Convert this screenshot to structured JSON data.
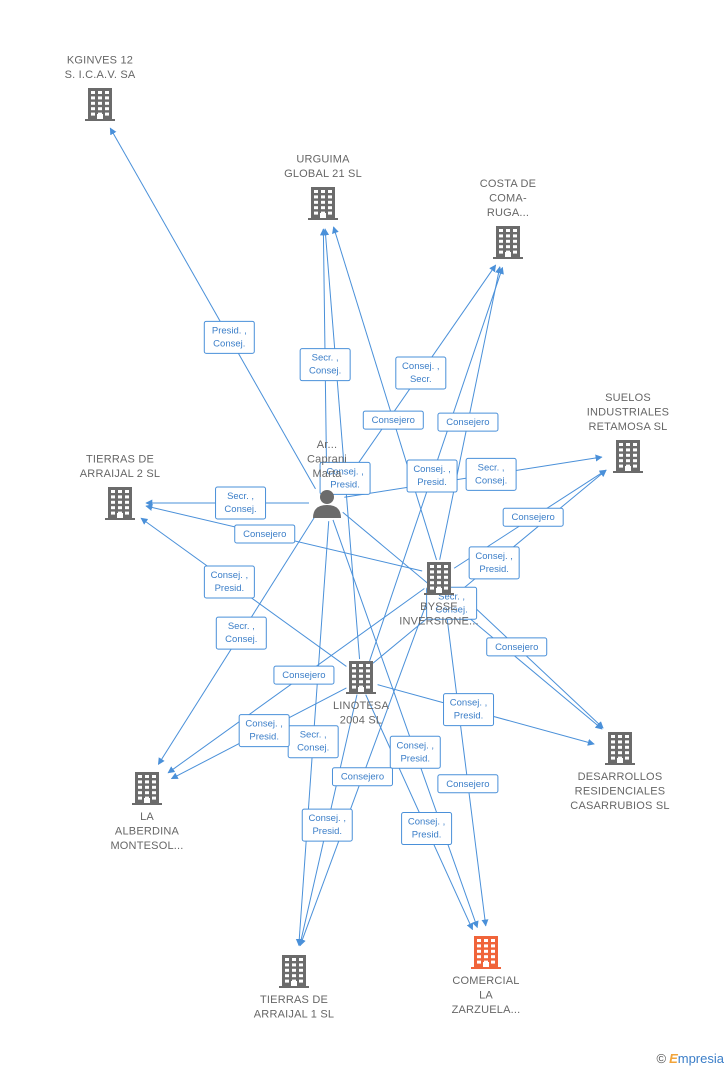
{
  "nodes": [
    {
      "id": "kginves",
      "label": [
        "KGINVES 12",
        "S. I.C.A.V. SA"
      ],
      "kind": "company"
    },
    {
      "id": "urguima",
      "label": [
        "URGUIMA",
        "GLOBAL 21  SL"
      ],
      "kind": "company"
    },
    {
      "id": "costa",
      "label": [
        "COSTA DE",
        "COMA-",
        "RUGA..."
      ],
      "kind": "company"
    },
    {
      "id": "suelos",
      "label": [
        "SUELOS",
        "INDUSTRIALES",
        "RETAMOSA SL"
      ],
      "kind": "company"
    },
    {
      "id": "tierras2",
      "label": [
        "TIERRAS DE",
        "ARRAIJAL 2 SL"
      ],
      "kind": "company"
    },
    {
      "id": "person",
      "label": [
        "Ar...",
        "Caprani",
        "Marta"
      ],
      "kind": "person"
    },
    {
      "id": "byss",
      "label": [
        "BYSSE",
        "INVERSIONE..."
      ],
      "kind": "company"
    },
    {
      "id": "linotesa",
      "label": [
        "LINOTESA",
        "2004 SL"
      ],
      "kind": "company"
    },
    {
      "id": "desarrollos",
      "label": [
        "DESARROLLOS",
        "RESIDENCIALES",
        "CASARRUBIOS SL"
      ],
      "kind": "company"
    },
    {
      "id": "alberdina",
      "label": [
        "LA",
        "ALBERDINA",
        "MONTESOL..."
      ],
      "kind": "company"
    },
    {
      "id": "tierras1",
      "label": [
        "TIERRAS DE",
        "ARRAIJAL 1 SL"
      ],
      "kind": "company"
    },
    {
      "id": "comercial",
      "label": [
        "COMERCIAL",
        "LA",
        "ZARZUELA..."
      ],
      "kind": "company",
      "highlight": true
    }
  ],
  "edges": [
    {
      "from": "person",
      "to": "kginves",
      "label": [
        "Presid. ,",
        "Consej."
      ]
    },
    {
      "from": "person",
      "to": "urguima",
      "label": [
        "Secr. ,",
        "Consej."
      ]
    },
    {
      "from": "person",
      "to": "costa",
      "label": [
        "Consej. ,",
        "Secr."
      ]
    },
    {
      "from": "person",
      "to": "suelos",
      "label": [
        "Secr. ,",
        "Consej."
      ]
    },
    {
      "from": "person",
      "to": "tierras2",
      "label": [
        "Secr. ,",
        "Consej."
      ]
    },
    {
      "from": "person",
      "to": "alberdina",
      "label": [
        "Secr. ,",
        "Consej."
      ]
    },
    {
      "from": "person",
      "to": "tierras1",
      "label": [
        "Secr. ,",
        "Consej."
      ]
    },
    {
      "from": "person",
      "to": "comercial",
      "label": [
        "Consej. ,",
        "Presid."
      ]
    },
    {
      "from": "byss",
      "to": "urguima",
      "label": [
        "Consejero"
      ]
    },
    {
      "from": "byss",
      "to": "costa",
      "label": [
        "Consejero"
      ]
    },
    {
      "from": "byss",
      "to": "suelos",
      "label": [
        "Consejero"
      ]
    },
    {
      "from": "byss",
      "to": "tierras2",
      "label": [
        "Consejero"
      ]
    },
    {
      "from": "byss",
      "to": "desarrollos",
      "label": [
        "Consejero"
      ]
    },
    {
      "from": "byss",
      "to": "alberdina",
      "label": [
        "Consejero"
      ]
    },
    {
      "from": "byss",
      "to": "tierras1",
      "label": [
        "Consejero"
      ]
    },
    {
      "from": "byss",
      "to": "comercial",
      "label": [
        "Consejero"
      ]
    },
    {
      "from": "linotesa",
      "to": "urguima",
      "label": [
        "Consej. ,",
        "Presid."
      ]
    },
    {
      "from": "linotesa",
      "to": "costa",
      "label": [
        "Consej. ,",
        "Presid."
      ]
    },
    {
      "from": "linotesa",
      "to": "suelos",
      "label": [
        "Consej. ,",
        "Presid."
      ]
    },
    {
      "from": "linotesa",
      "to": "tierras2",
      "label": [
        "Consej. ,",
        "Presid."
      ]
    },
    {
      "from": "linotesa",
      "to": "desarrollos",
      "label": [
        "Consej. ,",
        "Presid."
      ]
    },
    {
      "from": "linotesa",
      "to": "alberdina",
      "label": [
        "Consej. ,",
        "Presid."
      ]
    },
    {
      "from": "linotesa",
      "to": "tierras1",
      "label": [
        "Consej. ,",
        "Presid."
      ]
    },
    {
      "from": "linotesa",
      "to": "comercial",
      "label": [
        "Consej. ,",
        "Presid."
      ]
    },
    {
      "from": "person",
      "to": "desarrollos",
      "label": [
        "Secr. ,",
        "Consej."
      ]
    }
  ],
  "footer": {
    "copyright": "©",
    "brand_initial": "E",
    "brand_rest": "mpresia"
  },
  "colors": {
    "edge": "#4a90d9",
    "node": "#6b6b6b",
    "highlight": "#f0643a",
    "label_text": "#666666"
  }
}
